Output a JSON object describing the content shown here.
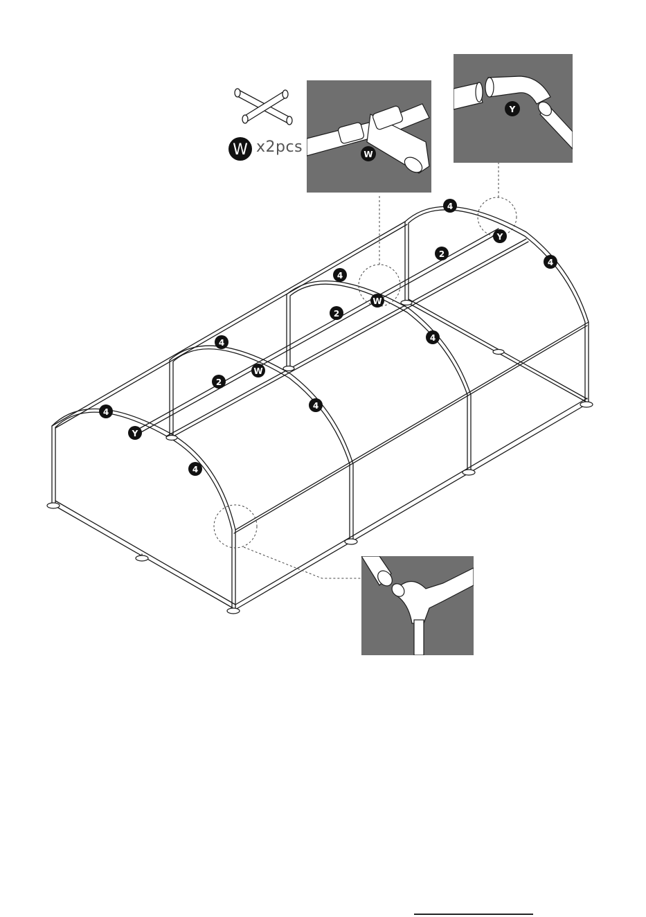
{
  "part": {
    "letter": "W",
    "quantity_text": "x2pcs"
  },
  "labels": {
    "pipe_4": "4",
    "pipe_2": "2",
    "connector_w": "W",
    "connector_y": "Y"
  },
  "colors": {
    "line": "#1a1a1a",
    "inset_bg": "#6f6f6f",
    "badge": "#111111",
    "badge_text": "#ffffff"
  }
}
